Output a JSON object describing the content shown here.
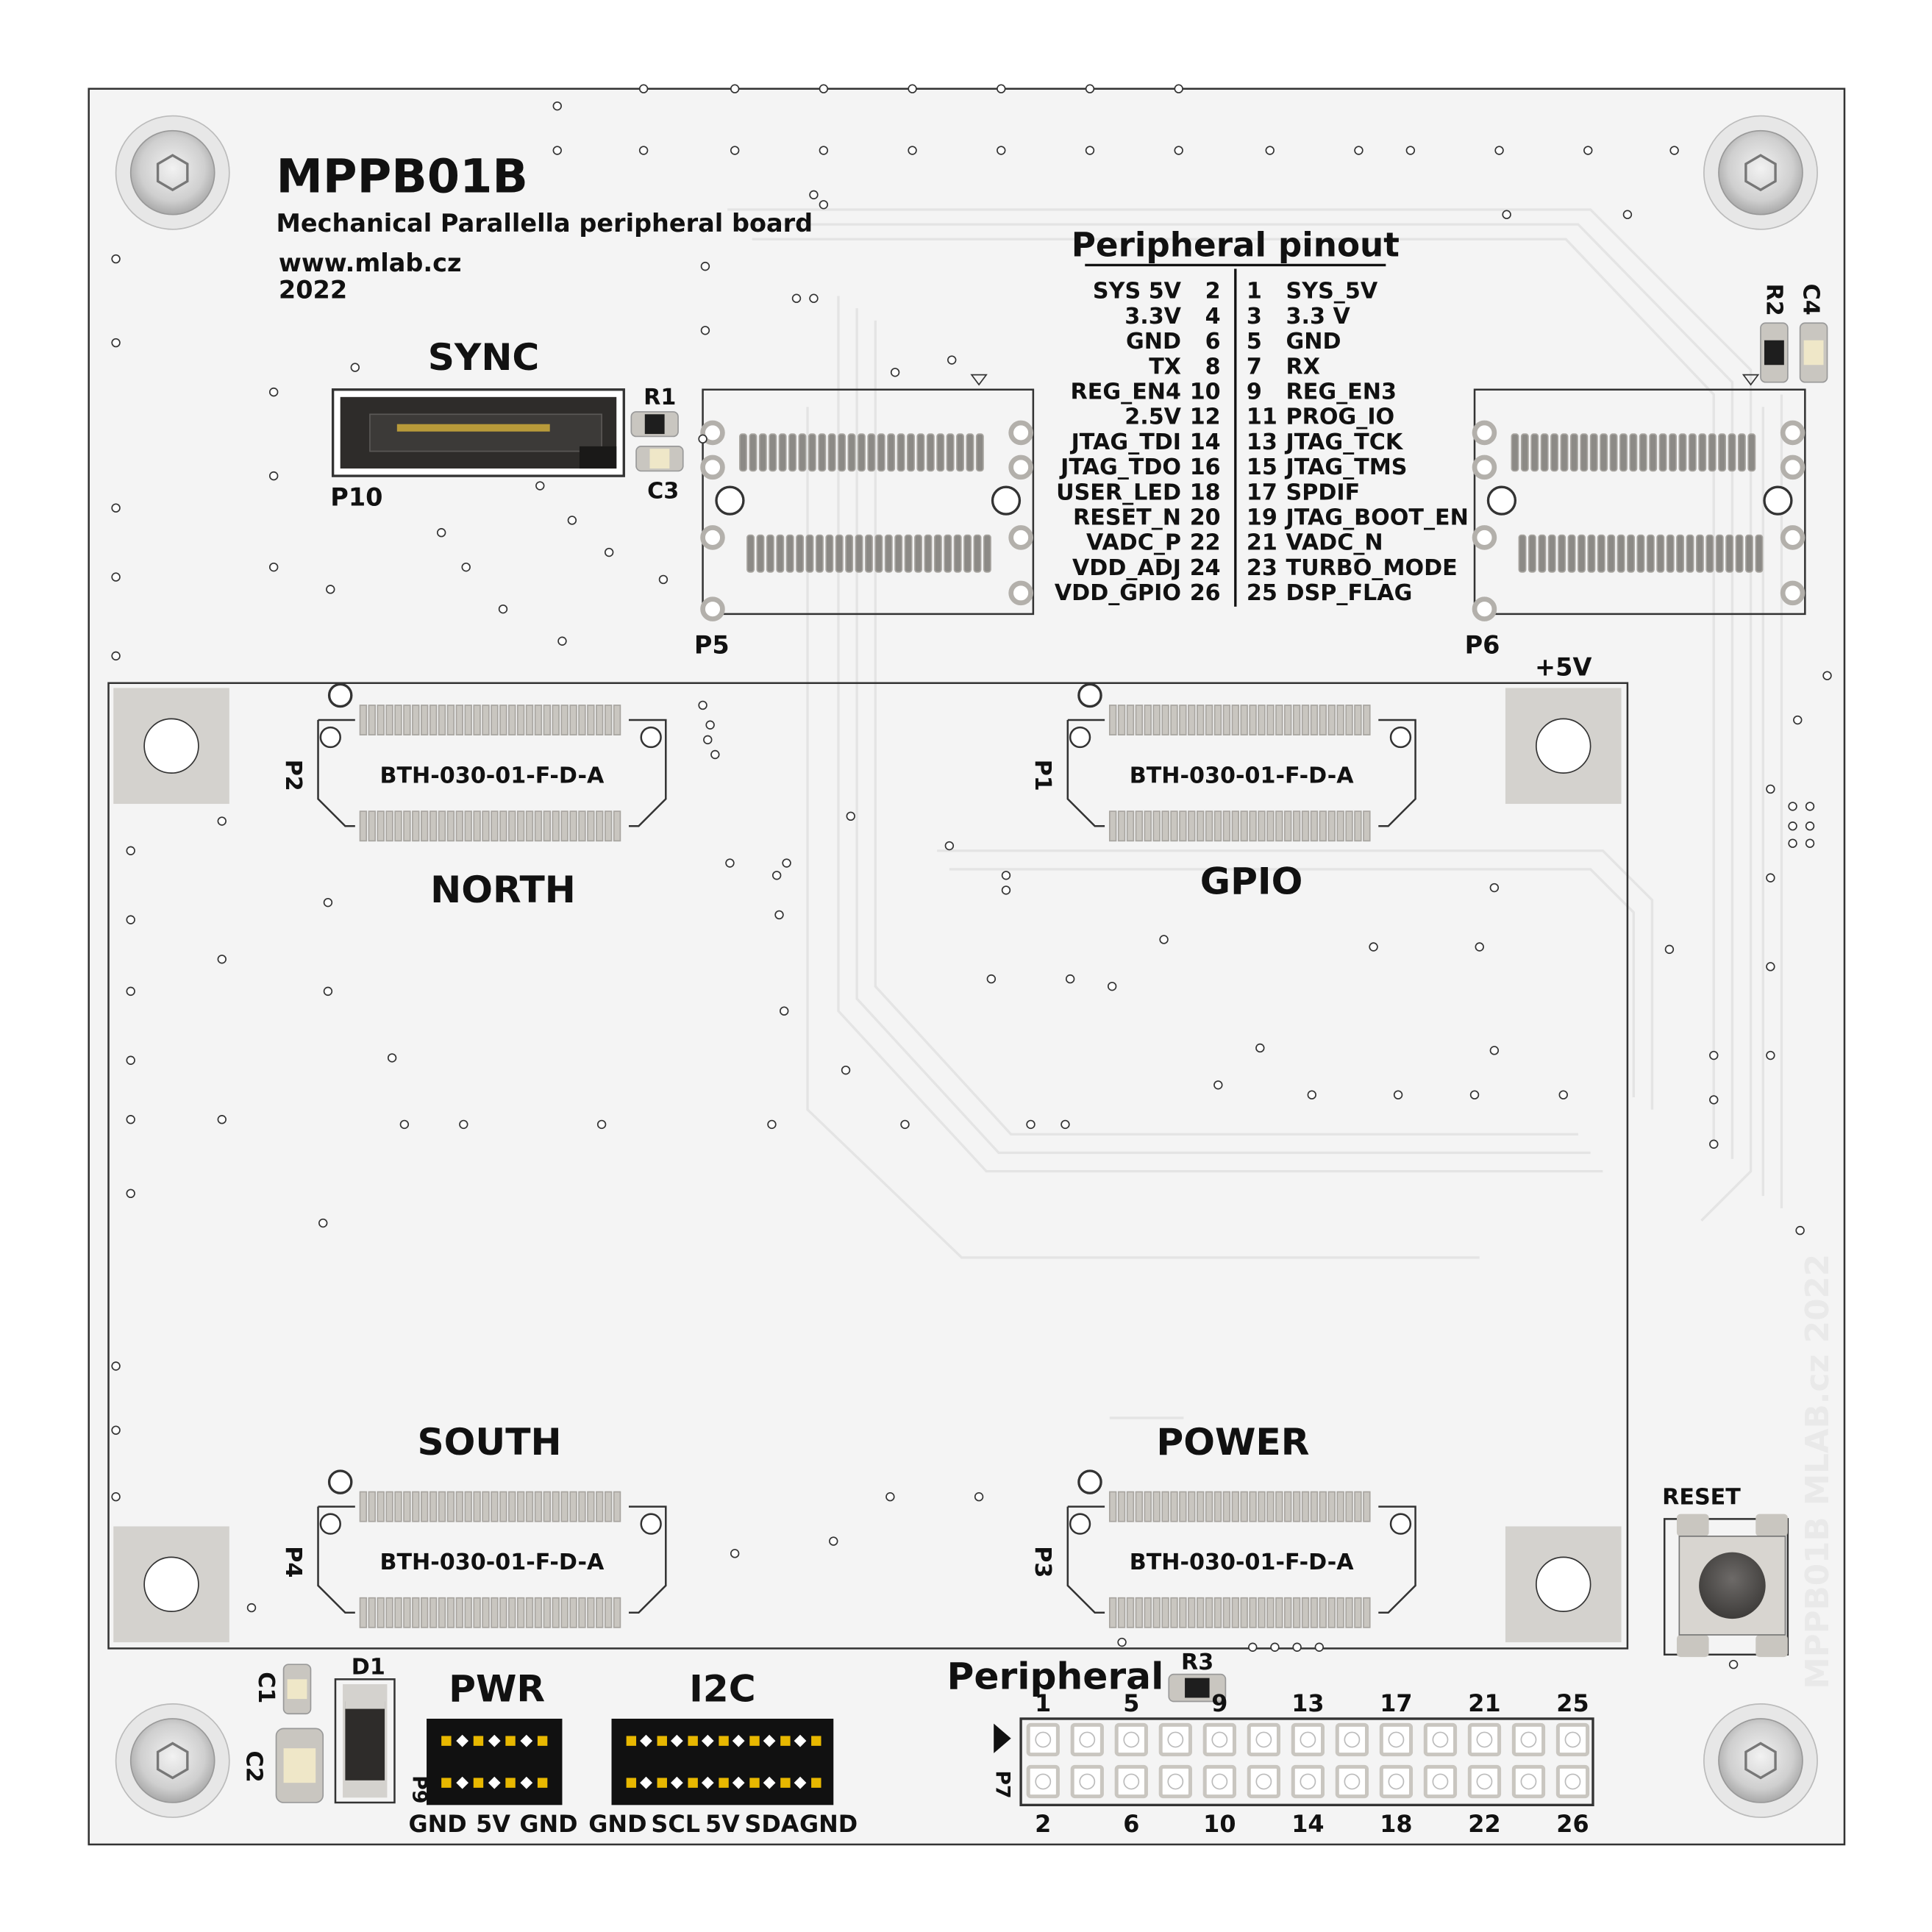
{
  "board": {
    "name": "MPPB01B",
    "description": "Mechanical Parallella peripheral board",
    "url": "www.mlab.cz",
    "year": "2022",
    "edge_text": "MPPB01B MLAB.cz 2022"
  },
  "colors": {
    "background": "#ffffff",
    "board": "#f4f4f4",
    "silkscreen": "#111111",
    "pad": "#c9c6c0",
    "pad_dark": "#8c8a86",
    "connector_body": "#2e2c2a",
    "header_pin": "#e8b800",
    "copper_trace": "#e6e6e6"
  },
  "connectors": {
    "sync": {
      "label": "SYNC",
      "ref": "P10"
    },
    "north": {
      "label": "NORTH",
      "ref": "P2",
      "part": "BTH-030-01-F-D-A"
    },
    "gpio": {
      "label": "GPIO",
      "ref": "P1",
      "part": "BTH-030-01-F-D-A"
    },
    "south": {
      "label": "SOUTH",
      "ref": "P4",
      "part": "BTH-030-01-F-D-A"
    },
    "power": {
      "label": "POWER",
      "ref": "P3",
      "part": "BTH-030-01-F-D-A"
    },
    "p5": {
      "ref": "P5"
    },
    "p6": {
      "ref": "P6"
    },
    "pwr": {
      "label": "PWR",
      "ref": "P9",
      "pins": [
        "GND",
        "5V",
        "GND"
      ]
    },
    "i2c": {
      "label": "I2C",
      "pins": [
        "GND",
        "SCL",
        "5V",
        "SDA",
        "GND"
      ]
    },
    "peripheral": {
      "label": "Peripheral",
      "ref": "P7",
      "top_numbers": [
        "1",
        "5",
        "9",
        "13",
        "17",
        "21",
        "25"
      ],
      "bottom_numbers": [
        "2",
        "6",
        "10",
        "14",
        "18",
        "22",
        "26"
      ]
    }
  },
  "components": {
    "r1": "R1",
    "r2": "R2",
    "r3": "R3",
    "c1": "C1",
    "c2": "C2",
    "c3": "C3",
    "c4": "C4",
    "d1": "D1",
    "plus5v": "+5V",
    "reset": "RESET"
  },
  "pinout": {
    "title": "Peripheral pinout",
    "left": [
      {
        "name": "SYS 5V",
        "num": "2"
      },
      {
        "name": "3.3V",
        "num": "4"
      },
      {
        "name": "GND",
        "num": "6"
      },
      {
        "name": "TX",
        "num": "8"
      },
      {
        "name": "REG_EN4",
        "num": "10"
      },
      {
        "name": "2.5V",
        "num": "12"
      },
      {
        "name": "JTAG_TDI",
        "num": "14"
      },
      {
        "name": "JTAG_TDO",
        "num": "16"
      },
      {
        "name": "USER_LED",
        "num": "18"
      },
      {
        "name": "RESET_N",
        "num": "20"
      },
      {
        "name": "VADC_P",
        "num": "22"
      },
      {
        "name": "VDD_ADJ",
        "num": "24"
      },
      {
        "name": "VDD_GPIO",
        "num": "26"
      }
    ],
    "right": [
      {
        "num": "1",
        "name": "SYS_5V"
      },
      {
        "num": "3",
        "name": "3.3 V"
      },
      {
        "num": "5",
        "name": "GND"
      },
      {
        "num": "7",
        "name": "RX"
      },
      {
        "num": "9",
        "name": "REG_EN3"
      },
      {
        "num": "11",
        "name": "PROG_IO"
      },
      {
        "num": "13",
        "name": "JTAG_TCK"
      },
      {
        "num": "15",
        "name": "JTAG_TMS"
      },
      {
        "num": "17",
        "name": "SPDIF"
      },
      {
        "num": "19",
        "name": "JTAG_BOOT_EN"
      },
      {
        "num": "21",
        "name": "VADC_N"
      },
      {
        "num": "23",
        "name": "TURBO_MODE"
      },
      {
        "num": "25",
        "name": "DSP_FLAG"
      }
    ]
  }
}
